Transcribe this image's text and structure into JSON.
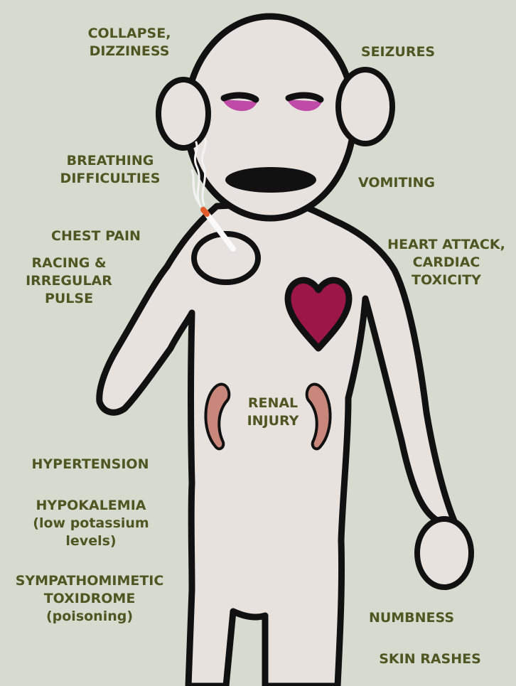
{
  "colors": {
    "background": "#d6dbcf",
    "label_text": "#4f5622",
    "body_fill": "#e7e2de",
    "outline": "#111111",
    "eyelid": "#c04aa8",
    "heart": "#9c1746",
    "kidney": "#c8877a"
  },
  "labels": {
    "collapse": [
      "COLLAPSE,",
      "DIZZINESS"
    ],
    "seizures": [
      "SEIZURES"
    ],
    "breathing": [
      "BREATHING",
      "DIFFICULTIES"
    ],
    "vomiting": [
      "VOMITING"
    ],
    "chest_pain": [
      "CHEST PAIN"
    ],
    "heart_attack": [
      "HEART ATTACK,",
      "CARDIAC",
      "TOXICITY"
    ],
    "racing_pulse": [
      "RACING &",
      "IRREGULAR",
      "PULSE"
    ],
    "renal_injury": [
      "RENAL",
      "INJURY"
    ],
    "hypertension": [
      "HYPERTENSION"
    ],
    "hypokalemia": [
      "HYPOKALEMIA",
      "(low potassium",
      "levels)"
    ],
    "sympathomimetic": [
      "SYMPATHOMIMETIC",
      "TOXIDROME",
      "(poisoning)"
    ],
    "numbness": [
      "NUMBNESS"
    ],
    "skin_rashes": [
      "SKIN RASHES"
    ]
  },
  "icons": [
    "sock-monkey-figure",
    "cigarette-icon",
    "smoke-icon",
    "heart-icon",
    "kidney-icon"
  ]
}
